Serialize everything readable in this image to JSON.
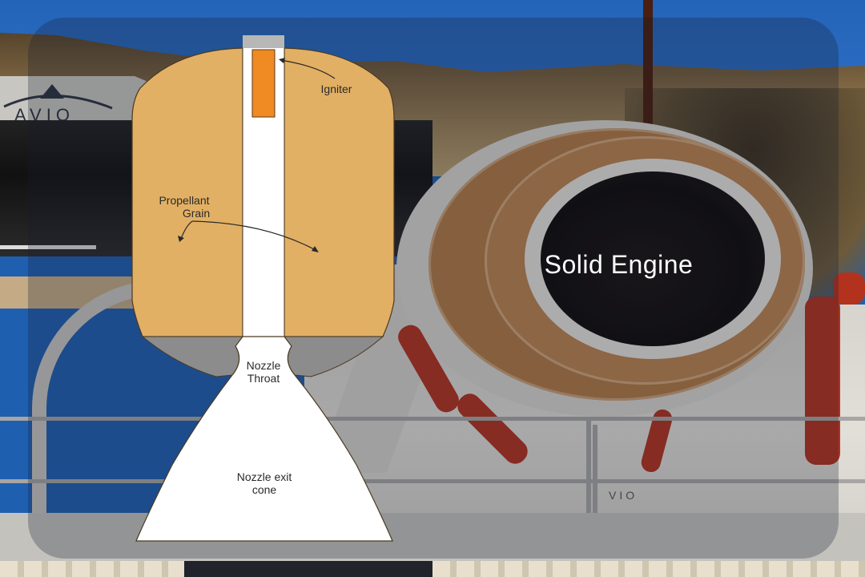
{
  "diagram": {
    "title": "Solid Engine",
    "parts": [
      {
        "id": "igniter",
        "label": "Igniter"
      },
      {
        "id": "propellant-grain",
        "label": "Propellant\nGrain",
        "line1": "Propellant",
        "line2": "Grain"
      },
      {
        "id": "nozzle-throat",
        "label": "Nozzle\nThroat",
        "line1": "Nozzle",
        "line2": "Throat"
      },
      {
        "id": "nozzle-exit-cone",
        "label": "Nozzle exit\ncone",
        "line1": "Nozzle exit",
        "line2": "cone"
      }
    ],
    "colors": {
      "propellant": "#e2b064",
      "igniter": "#f08a22",
      "cap": "#b7b7b7",
      "nozzle_throat_insert": "#8c8c8c",
      "bore": "#ffffff",
      "outline": "#4a3a22",
      "title_text": "#ffffff",
      "label_text": "#2a2a2a"
    }
  },
  "background": {
    "logo_text": "AVIO",
    "logo_small_text": "VIO"
  }
}
